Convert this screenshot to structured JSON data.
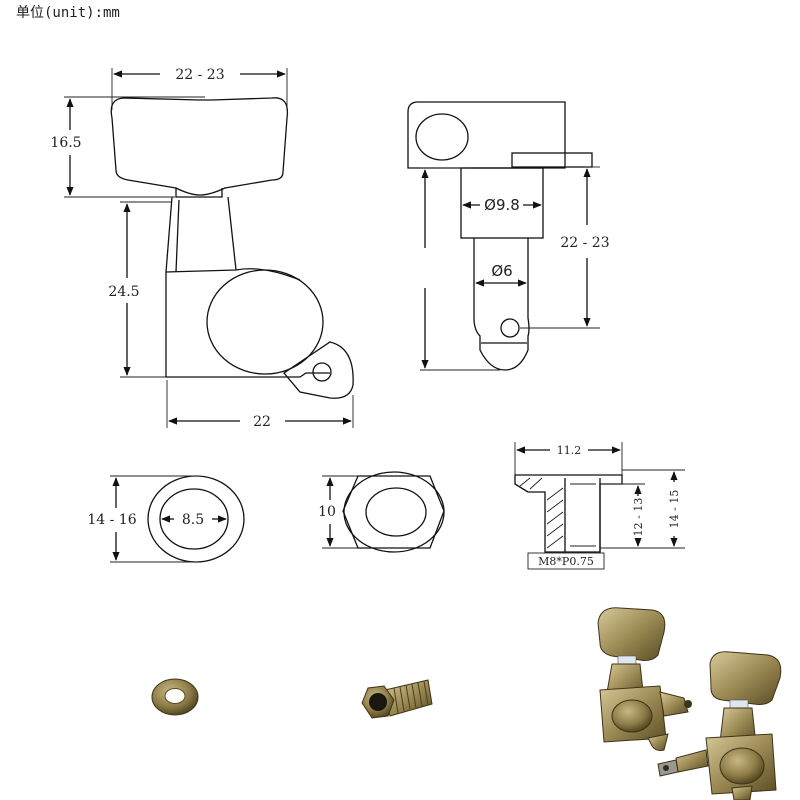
{
  "header": {
    "unit_label": "单位(unit):mm"
  },
  "drawing_front": {
    "width_top": "22 - 23",
    "height_button": "16.5",
    "height_body": "24.5",
    "width_base": "22"
  },
  "drawing_side": {
    "shaft_diameter": "Ø9.8",
    "post_diameter": "Ø6",
    "height": "22 - 23"
  },
  "washer": {
    "outer": "14 - 16",
    "inner": "8.5"
  },
  "hex_nut": {
    "height": "10"
  },
  "bushing": {
    "top_width": "11.2",
    "thread": "M8*P0.75",
    "inner_height": "12 - 13",
    "outer_height": "14 - 15"
  },
  "colors": {
    "line": "#111111",
    "brass": "#8a7a45",
    "brass_light": "#c8b98a",
    "brass_dark": "#4e4220"
  }
}
